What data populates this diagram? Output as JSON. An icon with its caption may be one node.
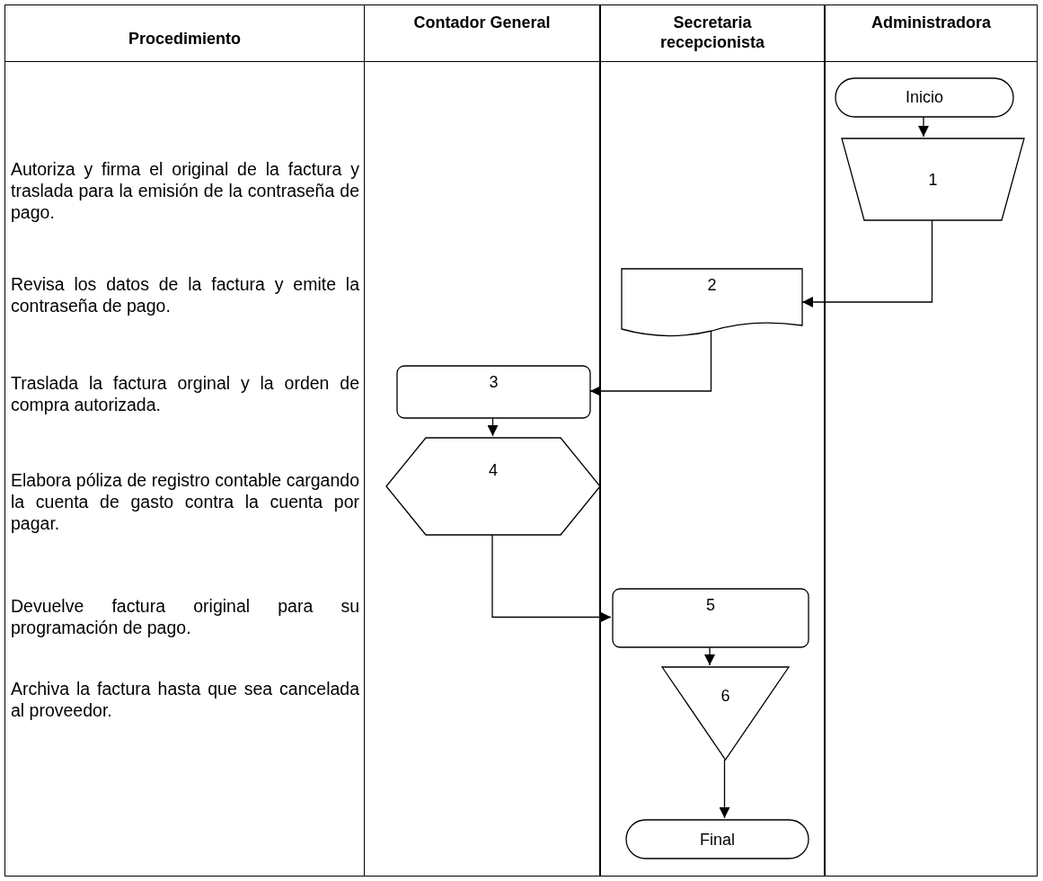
{
  "diagram": {
    "nodes": [
      {
        "text": [
          "Contador General"
        ]
      },
      {
        "text": [
          "Secretaria recepcionista"
        ]
      },
      {
        "text": [
          "Administradora"
        ]
      },
      {
        "text": [
          "Inicio"
        ],
        "in": 2
      },
      {
        "text": [
          "1"
        ],
        "in": 2
      },
      {
        "text": [
          "2"
        ],
        "in": 1
      },
      {
        "text": [
          "3"
        ],
        "in": 0
      },
      {
        "text": [
          "4"
        ],
        "in": 0
      },
      {
        "text": [
          "5"
        ],
        "in": 1
      },
      {
        "text": [
          "6"
        ],
        "in": 1
      },
      {
        "text": [
          "Final"
        ],
        "in": 1
      }
    ],
    "edges": [
      {
        "from": 3,
        "to": 4,
        "arrow": "to"
      },
      {
        "from": 4,
        "to": 5,
        "arrow": "to"
      },
      {
        "from": 5,
        "to": 6,
        "arrow": "to"
      },
      {
        "from": 6,
        "to": 7,
        "arrow": "to"
      },
      {
        "from": 7,
        "to": 8,
        "arrow": "to"
      },
      {
        "from": 8,
        "to": 9,
        "arrow": "to"
      },
      {
        "from": 9,
        "to": 10,
        "arrow": "to"
      }
    ],
    "labels": [
      "Procedimiento",
      "Autoriza y firma el original de la factura y traslada para la emisión de la contraseña de pago.",
      "Revisa los datos de la factura y emite la contraseña de pago.",
      "Traslada la factura orginal y la orden de compra autorizada.",
      "Elabora póliza de registro contable cargando la cuenta de gasto contra la cuenta por pagar.",
      "Devuelve factura original para su programación de pago.",
      "Archiva la factura hasta que sea cancelada al proveedor."
    ]
  }
}
